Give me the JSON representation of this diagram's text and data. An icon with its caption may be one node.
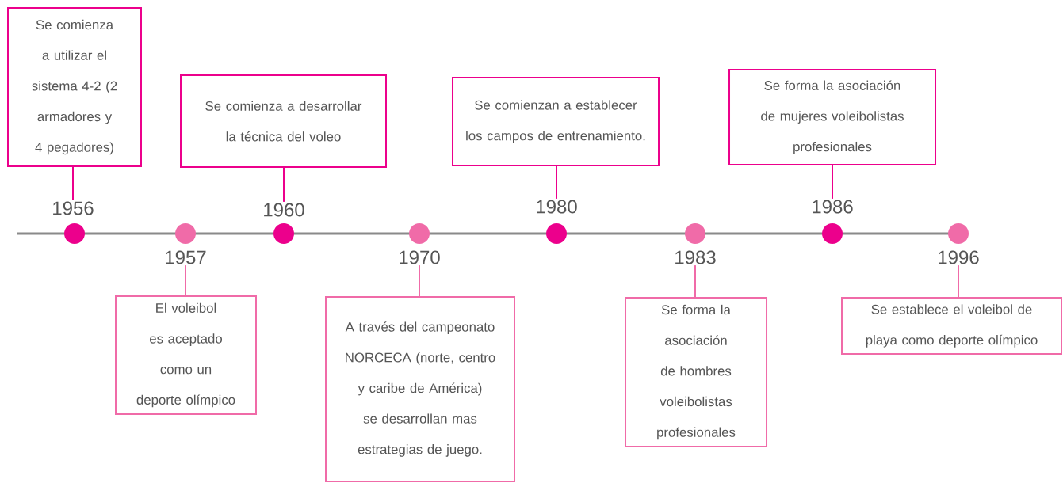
{
  "diagram": {
    "nodes": [
      {
        "text": [
          "Se comienza a utilizar el sistema 4-2 (2 armadores y 4 pegadores)"
        ]
      },
      {
        "text": [
          "El voleibol es aceptado como un deporte olímpico"
        ]
      },
      {
        "text": [
          "Se comienza a desarrollar la técnica del voleo"
        ]
      },
      {
        "text": [
          "A través del campeonato NORCECA (norte, centro y caribe de América) se desarrollan mas estrategias de juego."
        ]
      },
      {
        "text": [
          "Se comienzan a establecer los campos de entrenamiento."
        ]
      },
      {
        "text": [
          "Se forma la asociación de hombres voleibolistas profesionales"
        ]
      },
      {
        "text": [
          "Se forma la asociación de mujeres voleibolistas profesionales"
        ]
      },
      {
        "text": [
          "Se establece el voleibol de playa como deporte olímpico"
        ]
      },
      {
        "text": [
          "1956"
        ]
      },
      {
        "text": [
          "1957"
        ]
      },
      {
        "text": [
          "1960"
        ]
      },
      {
        "text": [
          "1970"
        ]
      },
      {
        "text": [
          "1980"
        ]
      },
      {
        "text": [
          "1983"
        ]
      },
      {
        "text": [
          "1986"
        ]
      },
      {
        "text": [
          "1996"
        ]
      },
      {
        "text": [],
        "shape": "circle"
      },
      {
        "text": [],
        "shape": "circle"
      },
      {
        "text": [],
        "shape": "circle"
      },
      {
        "text": [],
        "shape": "circle"
      },
      {
        "text": [],
        "shape": "circle"
      },
      {
        "text": [],
        "shape": "circle"
      },
      {
        "text": [],
        "shape": "circle"
      },
      {
        "text": [],
        "shape": "circle"
      }
    ],
    "edges": [
      {
        "from": 0,
        "to": 8,
        "arrow": "none"
      },
      {
        "from": 1,
        "to": 9,
        "arrow": "none",
        "color": "#f06ba8"
      },
      {
        "from": 2,
        "to": 10,
        "arrow": "none"
      },
      {
        "from": 3,
        "to": 11,
        "arrow": "none",
        "color": "#f06ba8"
      },
      {
        "from": 4,
        "to": 12,
        "arrow": "none"
      },
      {
        "from": 5,
        "to": 13,
        "arrow": "none",
        "color": "#f06ba8"
      },
      {
        "from": 6,
        "to": 14,
        "arrow": "none"
      },
      {
        "from": 7,
        "to": 15,
        "arrow": "none",
        "color": "#f06ba8"
      }
    ]
  }
}
